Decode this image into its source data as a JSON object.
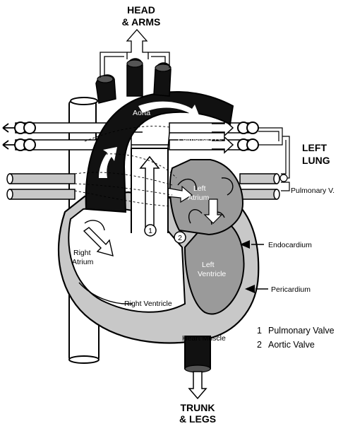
{
  "labels": {
    "head_line1": "HEAD",
    "head_line2": "& ARMS",
    "lung_line1": "LEFT",
    "lung_line2": "LUNG",
    "trunk_line1": "TRUNK",
    "trunk_line2": "& LEGS",
    "aorta": "Aorta",
    "pulmonary_a": "Pulmonary A.",
    "pulmonary_v": "Pulmonary V.",
    "left_atrium_1": "Left",
    "left_atrium_2": "Atrium",
    "right_atrium_1": "Right",
    "right_atrium_2": "Atrium",
    "left_ventricle_1": "Left",
    "left_ventricle_2": "Ventricle",
    "right_ventricle": "Right Ventricle",
    "heart_muscle": "Heart Muscle",
    "endocardium": "Endocardium",
    "pericardium": "Pericardium",
    "valve1_marker": "1",
    "valve2_marker": "2"
  },
  "legend": [
    {
      "num": "1",
      "text": "Pulmonary Valve"
    },
    {
      "num": "2",
      "text": "Aortic Valve"
    }
  ],
  "colors": {
    "outline": "#000000",
    "tissue": "#c8c8c8",
    "left_chamber": "#9a9a9a",
    "aorta": "#111111",
    "background": "#ffffff"
  }
}
